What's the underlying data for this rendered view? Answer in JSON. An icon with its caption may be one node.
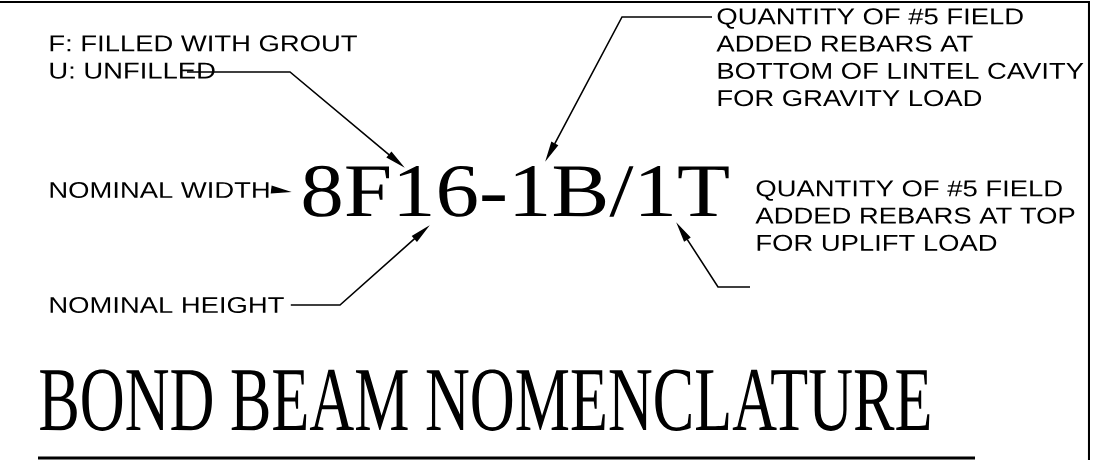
{
  "diagram": {
    "title": "BOND BEAM NOMENCLATURE",
    "nodes": [
      {
        "text": [
          "F: FILLED WITH GROUT",
          "U: UNFILLED"
        ]
      },
      {
        "text": [
          "QUANTITY OF #5 FIELD ADDED REBARS AT BOTTOM OF LINTEL CAVITY FOR GRAVITY LOAD"
        ]
      },
      {
        "text": [
          "NOMINAL WIDTH"
        ]
      },
      {
        "text": [
          "8F16-1B/1T"
        ]
      },
      {
        "text": [
          "QUANTITY OF #5 FIELD ADDED REBARS AT TOP FOR UPLIFT LOAD"
        ]
      },
      {
        "text": [
          "NOMINAL HEIGHT"
        ]
      }
    ],
    "edges": [
      {
        "from": 0,
        "to": 3,
        "arrow": "to"
      },
      {
        "from": 1,
        "to": 3,
        "arrow": "to"
      },
      {
        "from": 2,
        "to": 3,
        "arrow": "to"
      },
      {
        "from": 4,
        "to": 3,
        "arrow": "to"
      },
      {
        "from": 5,
        "to": 3,
        "arrow": "to"
      }
    ]
  }
}
